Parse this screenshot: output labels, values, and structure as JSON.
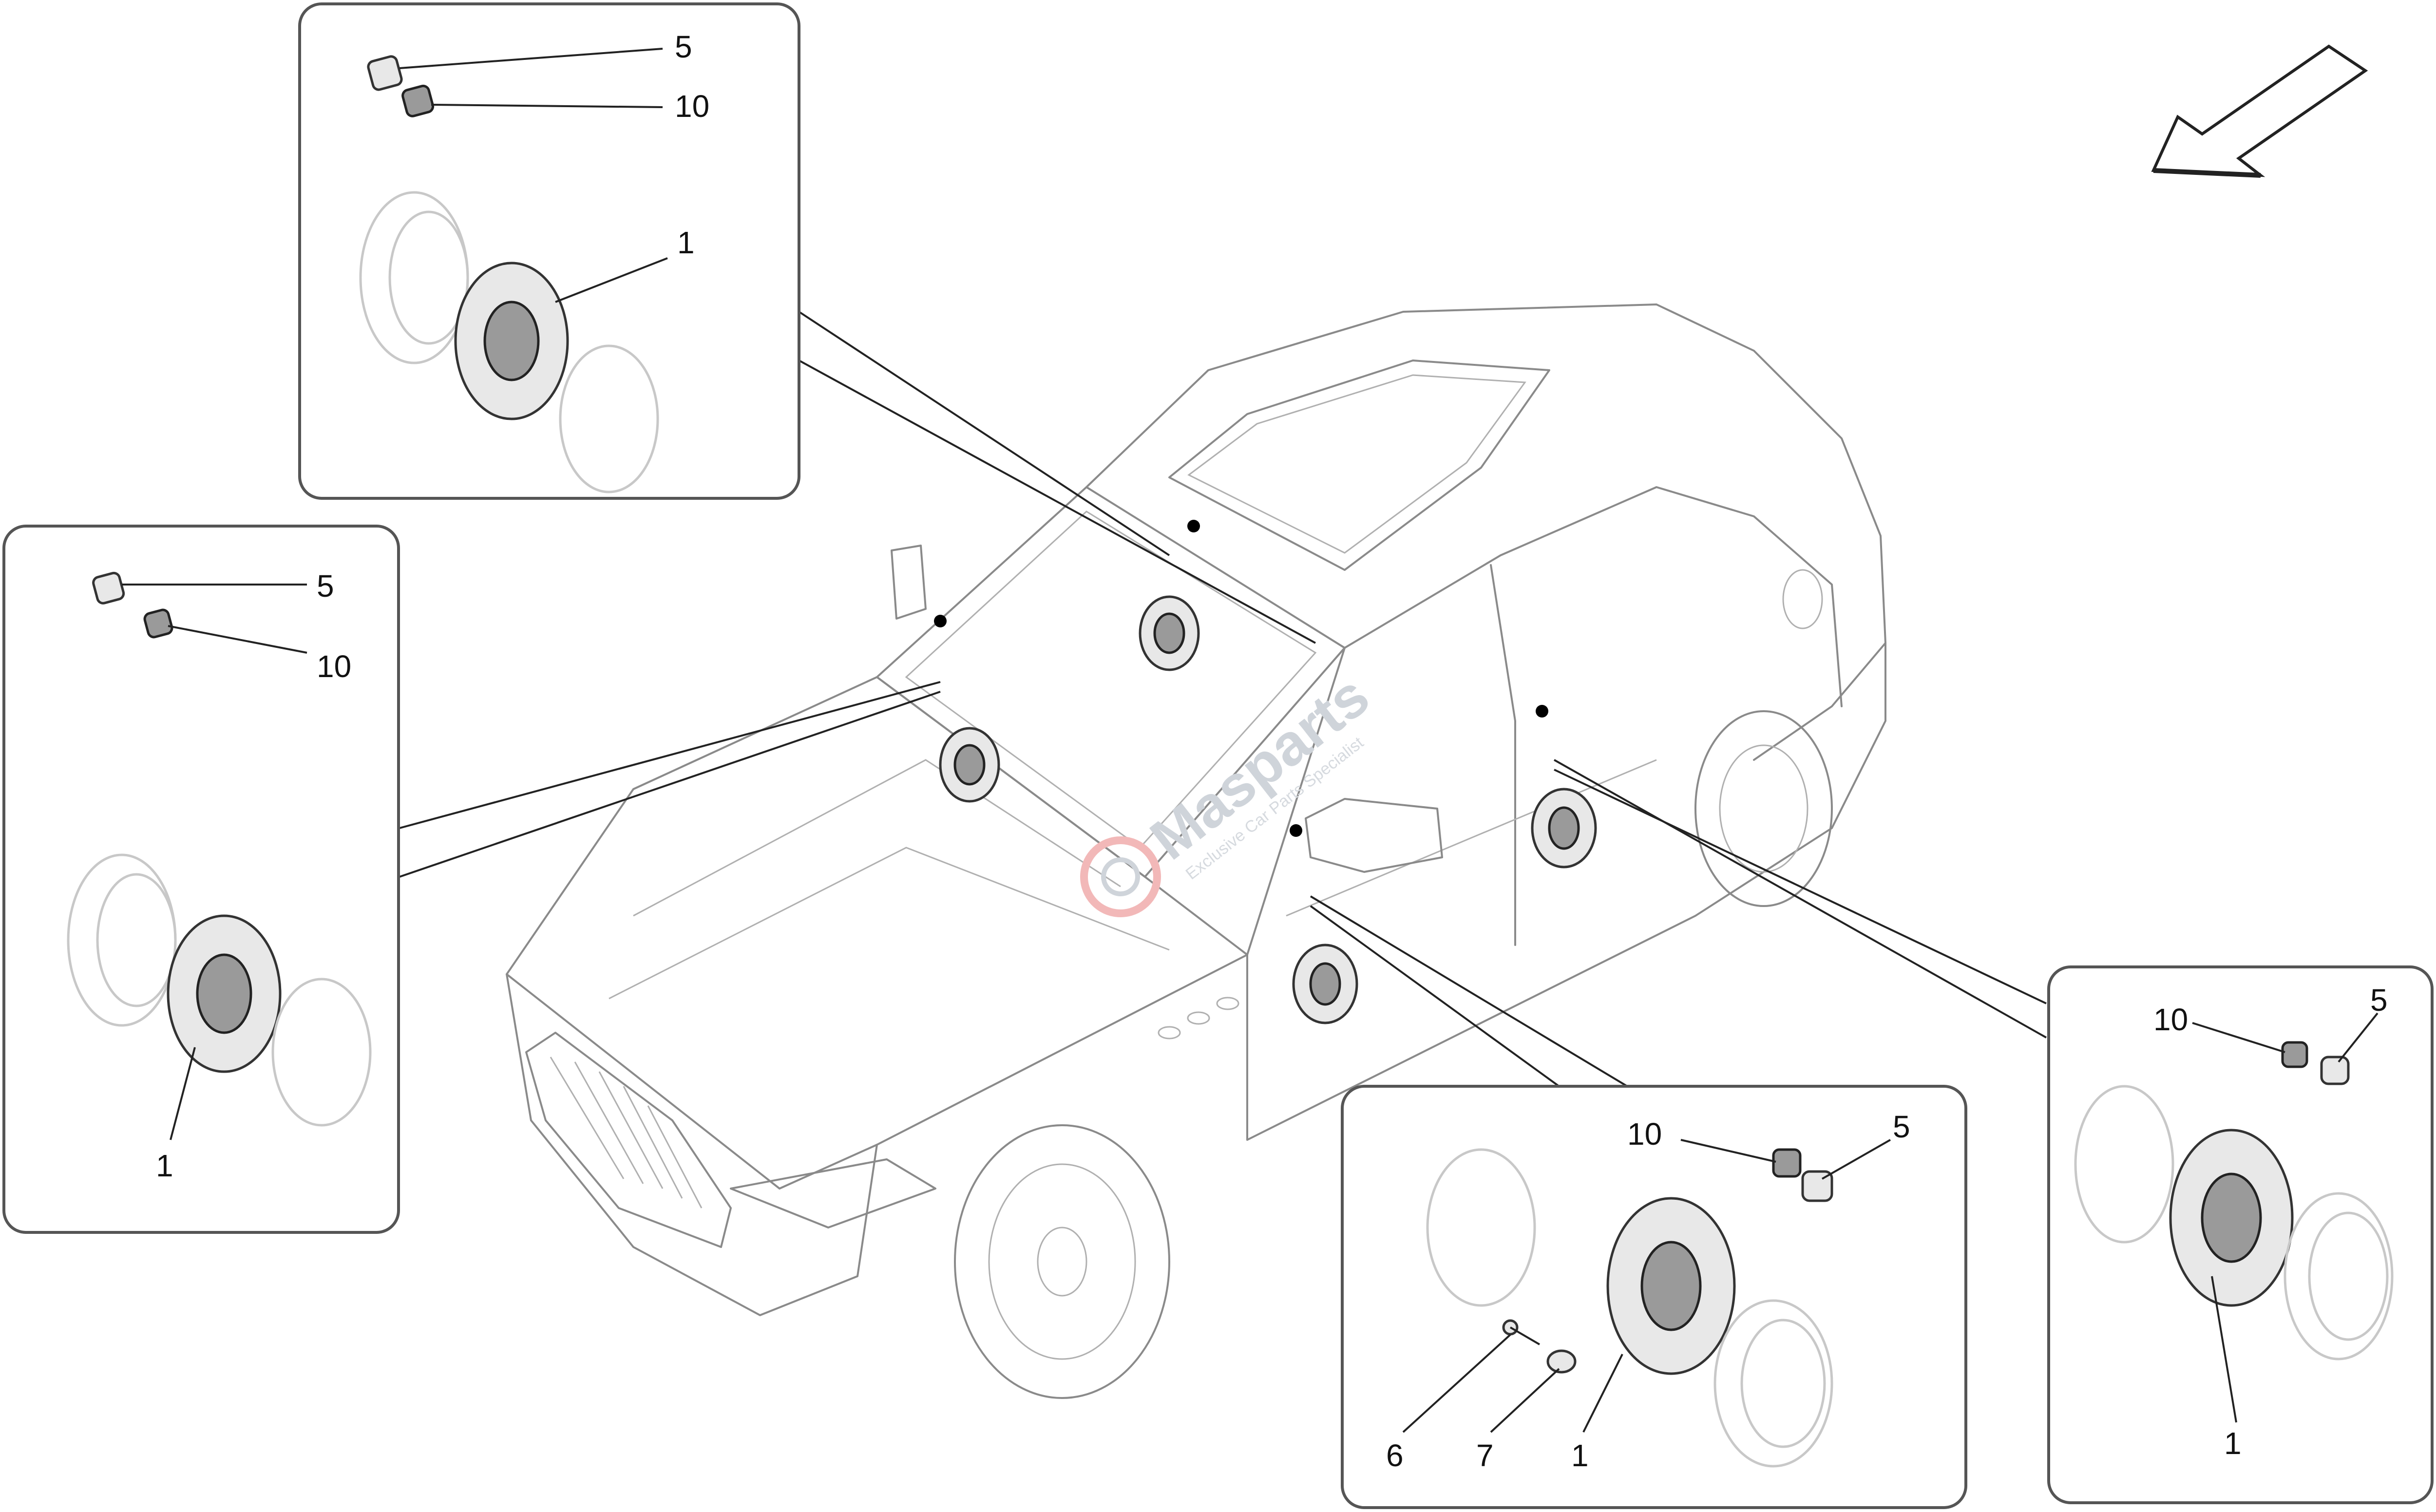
{
  "colors": {
    "line": "#8a8a8a",
    "part": "#333333",
    "frame": "#555555",
    "watermark_red": "#f2b8b8",
    "watermark_grey": "#cfd4da"
  },
  "watermark": {
    "brand": "Masparts",
    "tagline": "Exclusive Car Parts Specialist"
  },
  "insets": {
    "top_left": {
      "callouts": [
        "5",
        "10",
        "1"
      ]
    },
    "left": {
      "callouts": [
        "5",
        "10",
        "1"
      ]
    },
    "bottom_center": {
      "callouts": [
        "10",
        "5",
        "6",
        "7",
        "1"
      ]
    },
    "right": {
      "callouts": [
        "10",
        "5",
        "1"
      ]
    }
  },
  "icons": [
    "direction-arrow-icon",
    "speaker-icon",
    "speaker-grille-ring-icon",
    "speaker-spacer-icon",
    "clip-nut-icon",
    "screw-icon",
    "washer-icon"
  ]
}
